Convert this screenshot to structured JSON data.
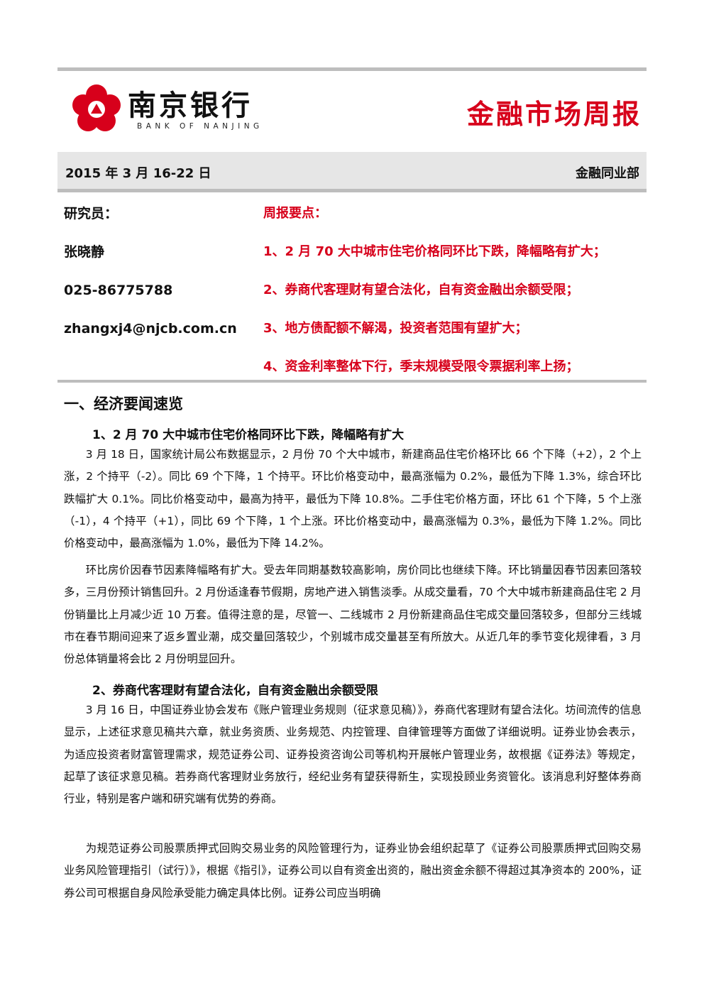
{
  "header": {
    "logo_cn": "南京银行",
    "logo_en": "BANK OF NANJING",
    "report_title": "金融市场周报",
    "date_range": "2015 年 3 月 16-22 日",
    "department": "金融同业部",
    "brand_color": "#d7001b"
  },
  "researcher": {
    "label": "研究员：",
    "name": "张晓静",
    "phone": "025-86775788",
    "email": "zhangxj4@njcb.com.cn"
  },
  "highlights": {
    "label": "周报要点：",
    "items": [
      "1、2 月 70 大中城市住宅价格同环比下跌，降幅略有扩大；",
      "2、券商代客理财有望合法化，自有资金融出余额受限；",
      "3、地方债配额不解渴，投资者范围有望扩大；",
      "4、资金利率整体下行，季末规模受限令票据利率上扬；"
    ]
  },
  "section1": {
    "title": "一、经济要闻速览",
    "sub1": {
      "title": "1、2 月 70 大中城市住宅价格同环比下跌，降幅略有扩大",
      "p1": "3 月 18 日，国家统计局公布数据显示，2 月份 70 个大中城市，新建商品住宅价格环比 66 个下降（+2），2 个上涨，2 个持平（-2）。同比 69 个下降，1 个持平。环比价格变动中，最高涨幅为 0.2%，最低为下降 1.3%，综合环比跌幅扩大 0.1%。同比价格变动中，最高为持平，最低为下降 10.8%。二手住宅价格方面，环比 61 个下降，5 个上涨（-1），4 个持平（+1），同比 69 个下降，1 个上涨。环比价格变动中，最高涨幅为 0.3%，最低为下降 1.2%。同比价格变动中，最高涨幅为 1.0%，最低为下降 14.2%。",
      "p2": "环比房价因春节因素降幅略有扩大。受去年同期基数较高影响，房价同比也继续下降。环比销量因春节因素回落较多，三月份预计销售回升。2 月份适逢春节假期，房地产进入销售淡季。从成交量看，70 个大中城市新建商品住宅 2 月份销量比上月减少近 10 万套。值得注意的是，尽管一、二线城市 2 月份新建商品住宅成交量回落较多，但部分三线城市在春节期间迎来了返乡置业潮，成交量回落较少，个别城市成交量甚至有所放大。从近几年的季节变化规律看，3 月份总体销量将会比 2 月份明显回升。"
    },
    "sub2": {
      "title": "2、券商代客理财有望合法化，自有资金融出余额受限",
      "p1": "3 月 16 日，中国证券业协会发布《账户管理业务规则（征求意见稿）》，券商代客理财有望合法化。坊间流传的信息显示，上述征求意见稿共六章，就业务资质、业务规范、内控管理、自律管理等方面做了详细说明。证券业协会表示，为适应投资者财富管理需求，规范证券公司、证券投资咨询公司等机构开展帐户管理业务，故根据《证券法》等规定，起草了该征求意见稿。若券商代客理财业务放行，经纪业务有望获得新生，实现投顾业务资管化。该消息利好整体券商行业，特别是客户端和研究端有优势的券商。",
      "p2": "为规范证券公司股票质押式回购交易业务的风险管理行为，证券业协会组织起草了《证券公司股票质押式回购交易业务风险管理指引（试行）》，根据《指引》，证券公司以自有资金出资的，融出资金余额不得超过其净资本的 200%，证券公司可根据自身风险承受能力确定具体比例。证券公司应当明确"
    }
  }
}
